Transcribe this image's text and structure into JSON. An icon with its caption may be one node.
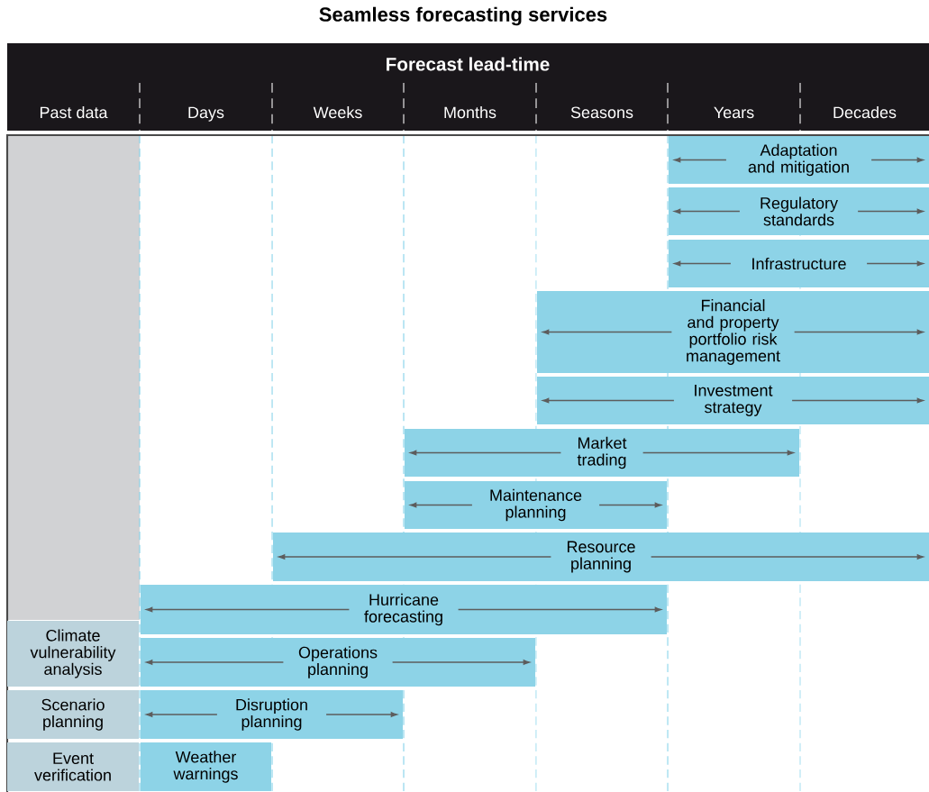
{
  "diagram": {
    "title": "Seamless forecasting services",
    "nodes": [
      {
        "text": [
          "Adaptation and mitigation"
        ]
      },
      {
        "text": [
          "Regulatory standards"
        ]
      },
      {
        "text": [
          "Infrastructure"
        ]
      },
      {
        "text": [
          "Financial and property portfolio risk management"
        ]
      },
      {
        "text": [
          "Investment strategy"
        ]
      },
      {
        "text": [
          "Market trading"
        ]
      },
      {
        "text": [
          "Maintenance planning"
        ]
      },
      {
        "text": [
          "Resource planning"
        ]
      },
      {
        "text": [
          "Hurricane forecasting"
        ]
      },
      {
        "text": [
          "Climate vulnerability analysis"
        ]
      },
      {
        "text": [
          "Operations planning"
        ]
      },
      {
        "text": [
          "Scenario planning"
        ]
      },
      {
        "text": [
          "Disruption planning"
        ]
      },
      {
        "text": [
          "Event verification"
        ]
      },
      {
        "text": [
          "Weather warnings"
        ]
      },
      {
        "text": [],
        "shape": "box"
      }
    ],
    "labels": [
      "Forecast lead-time",
      "Past data",
      "Days",
      "Weeks",
      "Months",
      "Seasons",
      "Years",
      "Decades"
    ]
  }
}
